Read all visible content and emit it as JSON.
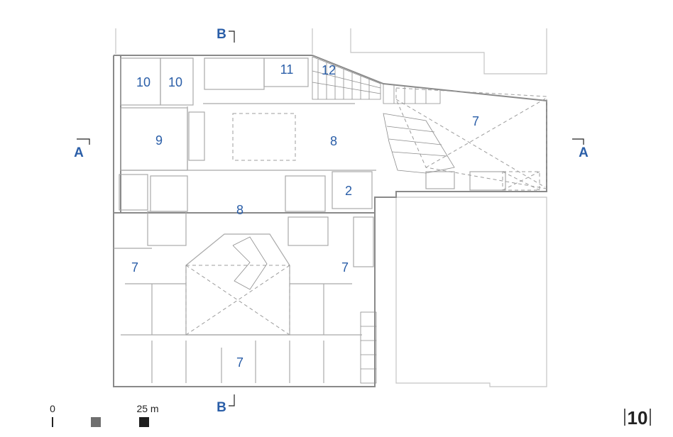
{
  "rooms": [
    {
      "id": "10a",
      "label": "10"
    },
    {
      "id": "10b",
      "label": "10"
    },
    {
      "id": "11",
      "label": "11"
    },
    {
      "id": "12",
      "label": "12"
    },
    {
      "id": "9",
      "label": "9"
    },
    {
      "id": "8-upper",
      "label": "8"
    },
    {
      "id": "8-lower",
      "label": "8"
    },
    {
      "id": "7-east",
      "label": "7"
    },
    {
      "id": "2",
      "label": "2"
    },
    {
      "id": "7-west",
      "label": "7"
    },
    {
      "id": "7-center",
      "label": "7"
    },
    {
      "id": "7-south",
      "label": "7"
    }
  ],
  "section_markers": {
    "b_top": "B",
    "b_bottom": "B",
    "a_left": "A",
    "a_right": "A"
  },
  "scale": {
    "start_label": "0",
    "end_label": "25 m"
  },
  "page_number": "10",
  "colors": {
    "label_blue": "#2a5ea8",
    "wall_gray": "#8a8a8a",
    "context_gray": "#c4c4c4"
  }
}
